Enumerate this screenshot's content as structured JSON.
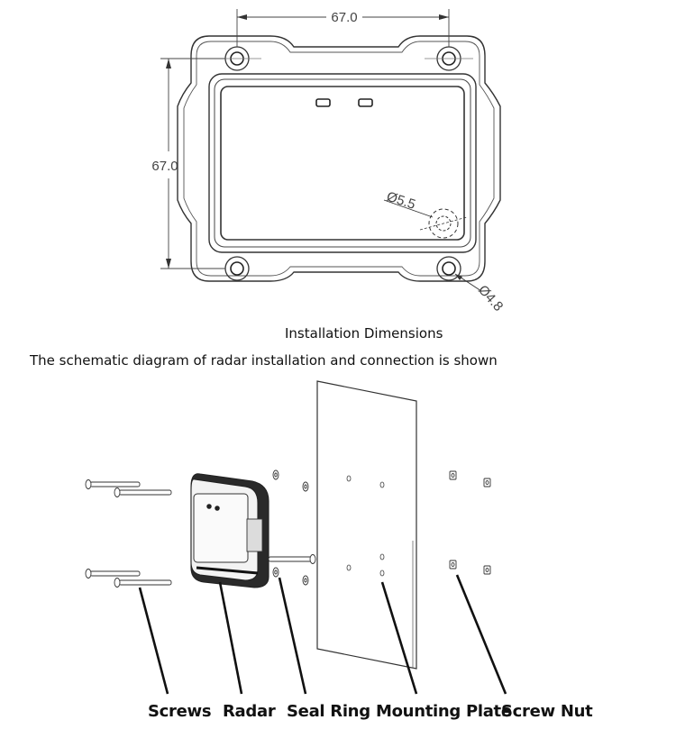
{
  "drawing": {
    "width_dim": "67.0",
    "height_dim": "67.0",
    "hole_dia_large": "Ø5.5",
    "hole_dia_small": "Ø4.8"
  },
  "captions": {
    "installation_dimensions": "Installation Dimensions",
    "schematic_intro": "The schematic diagram of radar installation and connection is shown"
  },
  "labels": {
    "screws": "Screws",
    "radar": "Radar",
    "seal_ring": "Seal Ring",
    "mounting_plate": "Mounting Plate",
    "screw_nut": "Screw Nut"
  }
}
